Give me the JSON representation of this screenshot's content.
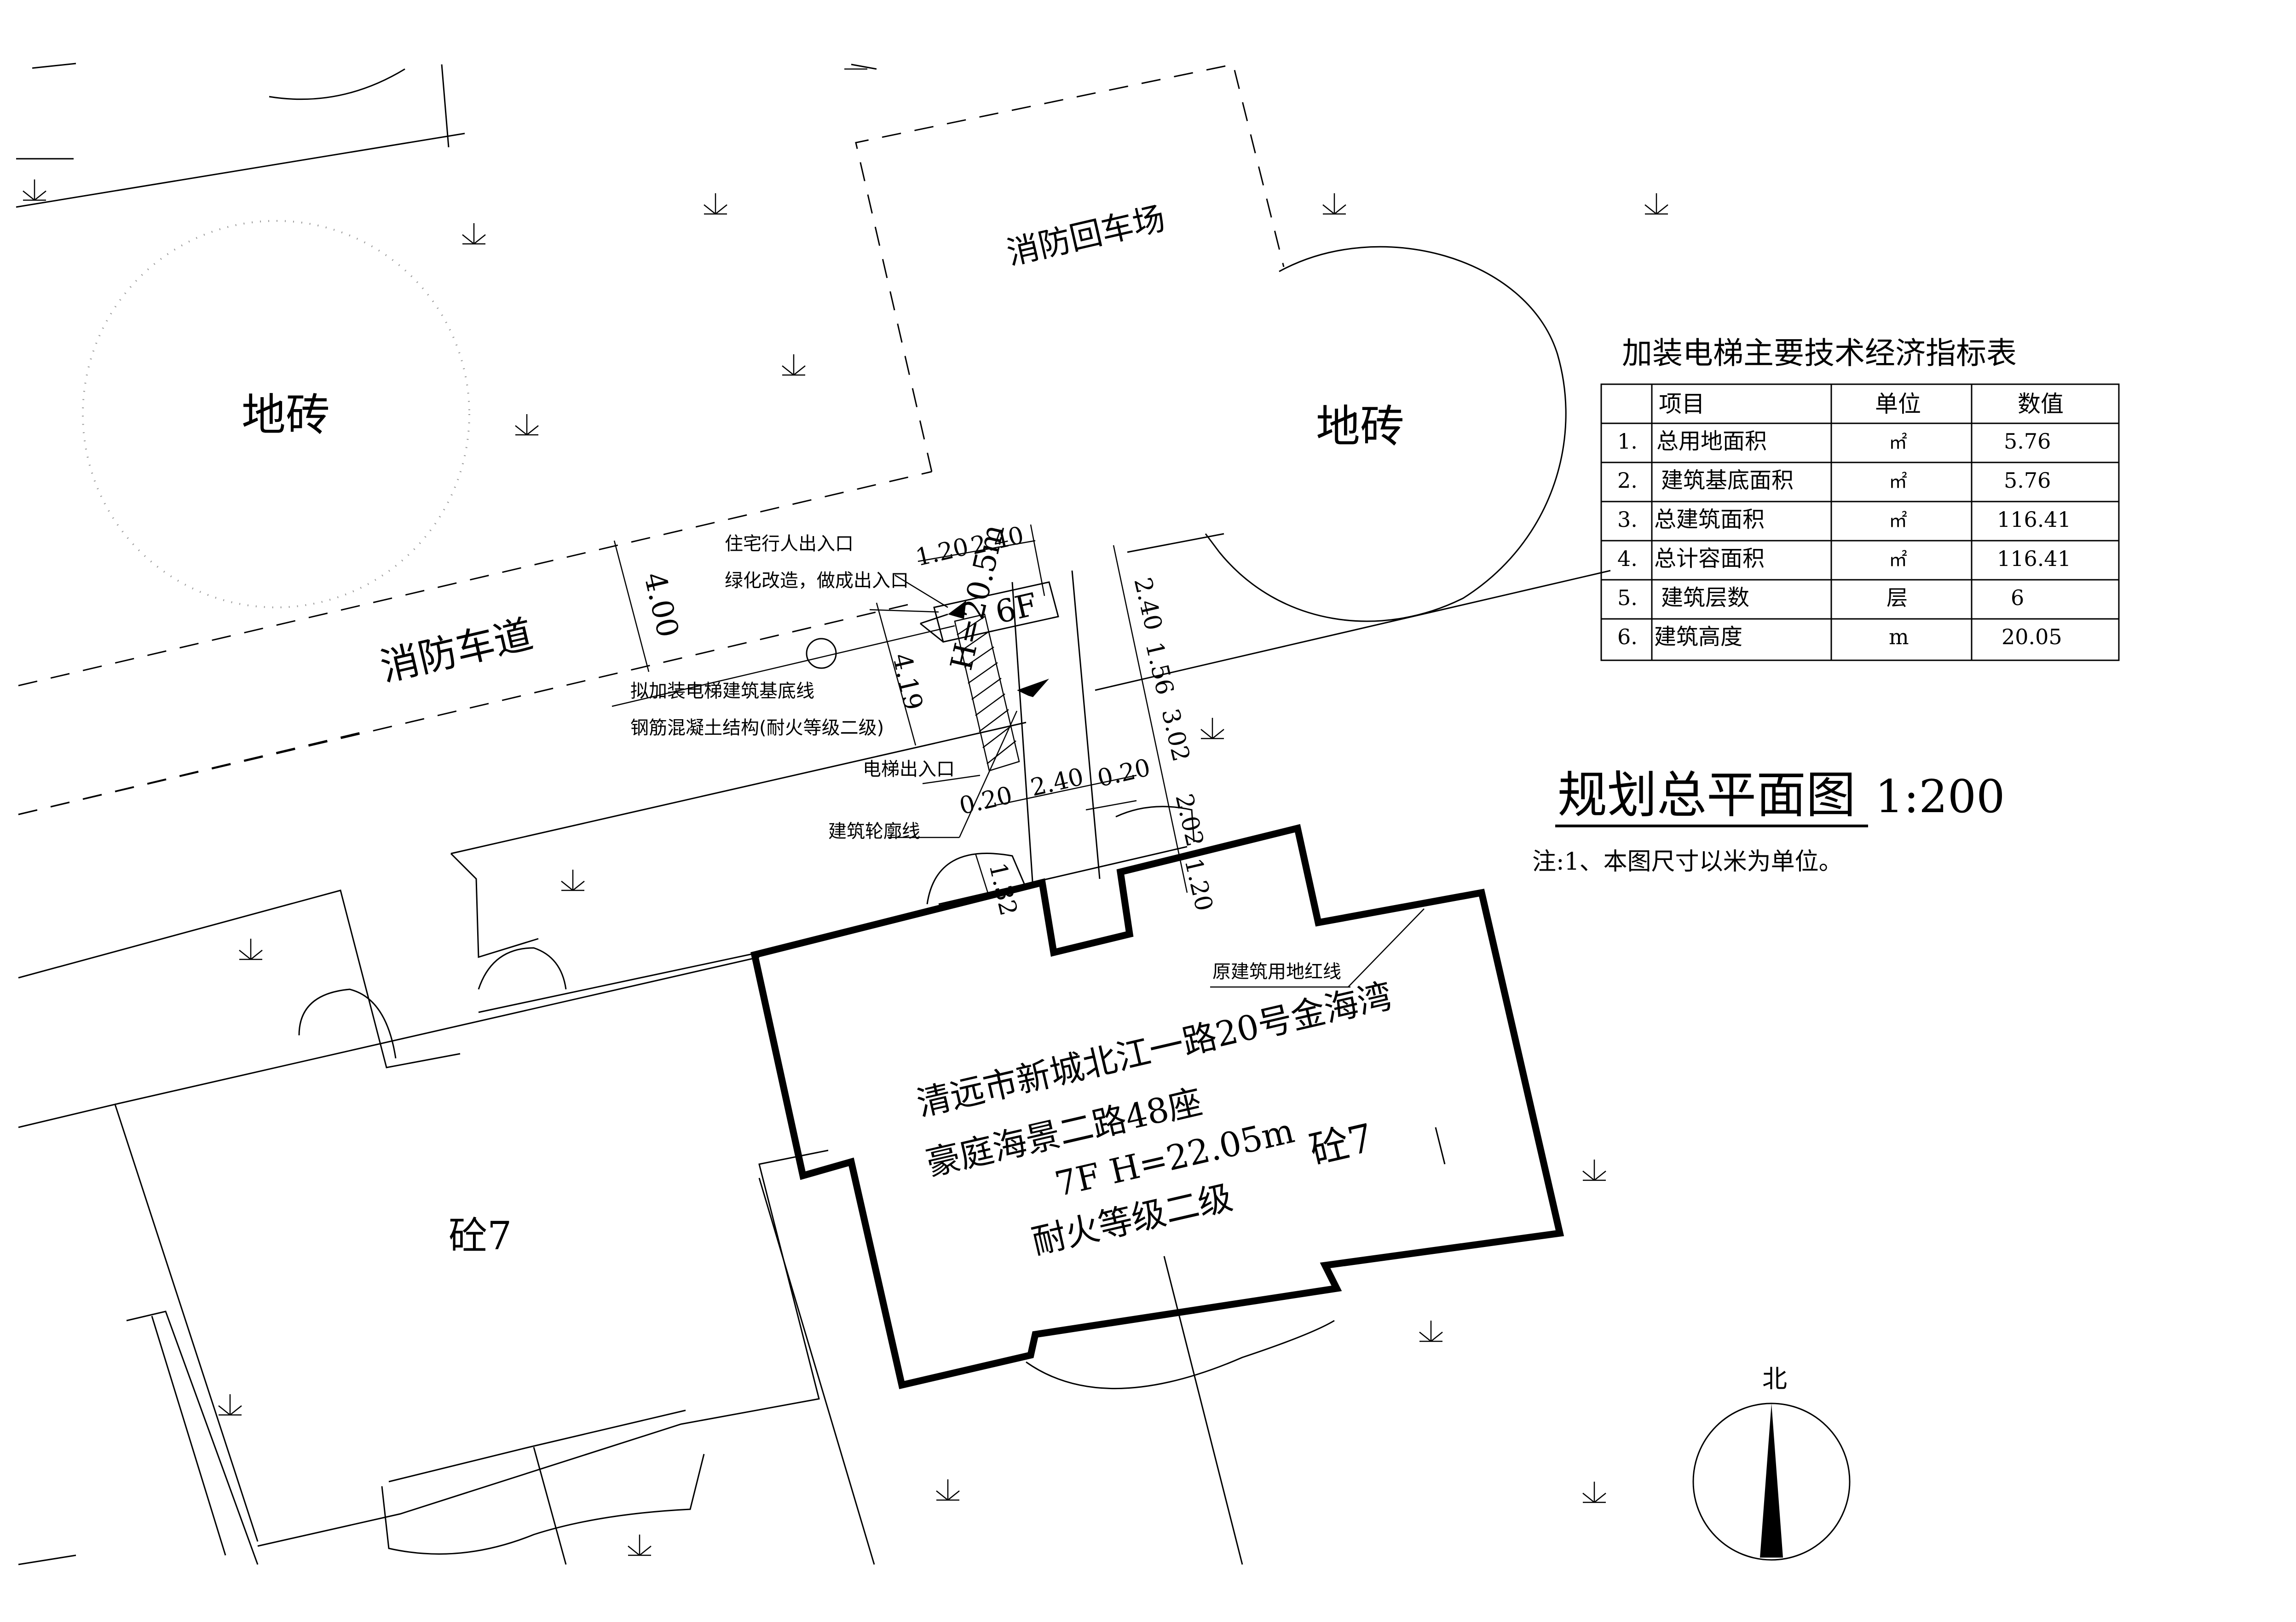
{
  "labels": {
    "fire_turnaround": "消防回车场",
    "paving_left": "地砖",
    "paving_right": "地砖",
    "fire_lane": "消防车道",
    "dim_4_00": "4.00",
    "dim_4_19": "4.19",
    "resident_entrance": "住宅行人出入口",
    "greening_note": "绿化改造，做成出入口",
    "proposed_elevator_base": "拟加装电梯建筑基底线",
    "structure_note": "钢筋混凝土结构(耐火等级二级)",
    "elevator_exit": "电梯出入口",
    "building_outline": "建筑轮廓线",
    "orig_red_line": "原建筑用地红线",
    "concrete_right": "砼7",
    "concrete_left": "砼7",
    "elevator_floors": "6F",
    "elevator_height": "H=20.5m",
    "dim_1_20": "1.20",
    "dim_2_40_top": "2.40",
    "dim_2_40_right": "2.40",
    "dim_1_56": "1.56",
    "dim_3_02": "3.02",
    "dim_0_20_a": "0.20",
    "dim_0_20_b": "0.20",
    "dim_2_40_bottom": "2.40",
    "dim_2_02": "2.02",
    "dim_1_20_b": "1.20",
    "dim_1_32": "1.32"
  },
  "building": {
    "line1": "清远市新城北江一路20号金海湾",
    "line2": "豪庭海景二路48座",
    "line3": "7F H=22.05m",
    "line4": "耐火等级二级"
  },
  "table": {
    "title": "加装电梯主要技术经济指标表",
    "headers": [
      "项目",
      "单位",
      "数值"
    ],
    "rows": [
      {
        "no": "1.",
        "item": "总用地面积",
        "unit": "㎡",
        "value": "5.76"
      },
      {
        "no": "2.",
        "item": "建筑基底面积",
        "unit": "㎡",
        "value": "5.76"
      },
      {
        "no": "3.",
        "item": "总建筑面积",
        "unit": "㎡",
        "value": "116.41"
      },
      {
        "no": "4.",
        "item": "总计容面积",
        "unit": "㎡",
        "value": "116.41"
      },
      {
        "no": "5.",
        "item": "建筑层数",
        "unit": "层",
        "value": "6"
      },
      {
        "no": "6.",
        "item": "建筑高度",
        "unit": "m",
        "value": "20.05"
      }
    ]
  },
  "title_block": {
    "title": "规划总平面图",
    "scale": "1:200",
    "note": "注:1、本图尺寸以米为单位。"
  },
  "north": {
    "label": "北"
  }
}
